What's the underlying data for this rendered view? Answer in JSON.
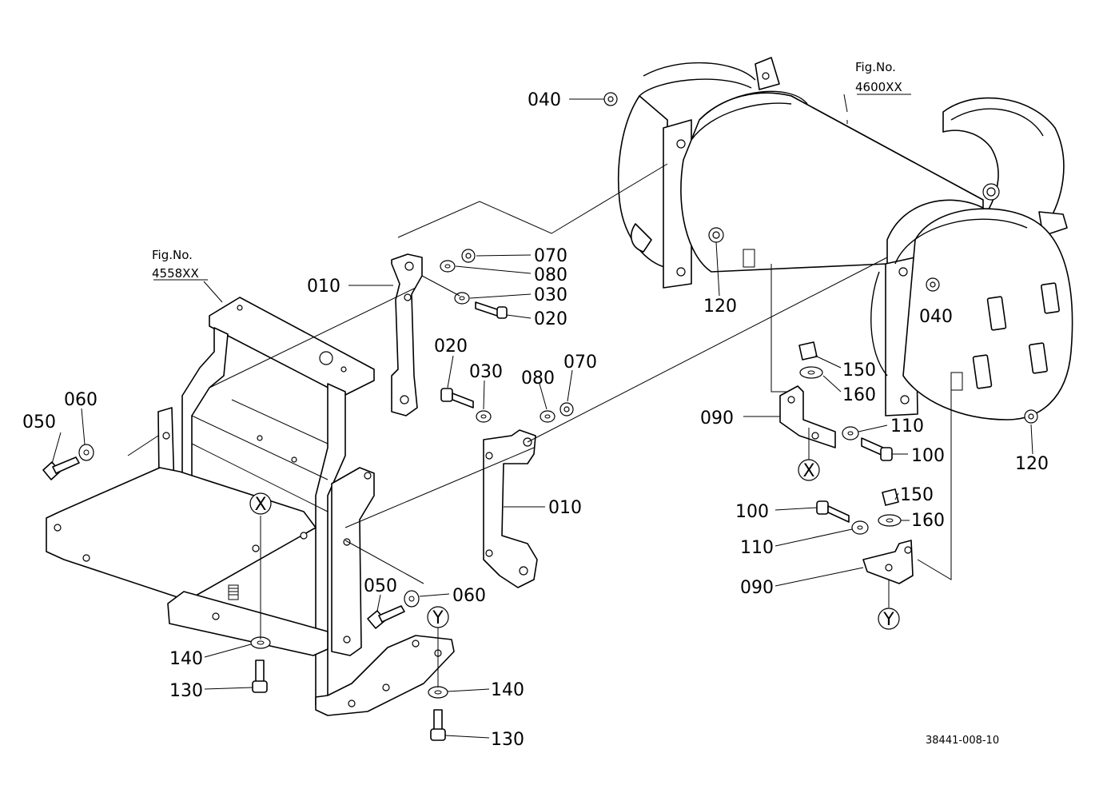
{
  "figure_refs": [
    {
      "label": "Fig.No.",
      "number": "4600XX"
    },
    {
      "label": "Fig.No.",
      "number": "4558XX"
    }
  ],
  "callouts": {
    "c040a": "040",
    "c040b": "040",
    "c070a": "070",
    "c080a": "080",
    "c030a": "030",
    "c020a": "020",
    "c010a": "010",
    "c120a": "120",
    "c020b": "020",
    "c030b": "030",
    "c080b": "080",
    "c070b": "070",
    "c010b": "010",
    "c150a": "150",
    "c160a": "160",
    "c090a": "090",
    "c110a": "110",
    "c100a": "100",
    "c120b": "120",
    "c150b": "150",
    "c100b": "100",
    "c160b": "160",
    "c110b": "110",
    "c090b": "090",
    "c050a": "050",
    "c060a": "060",
    "c050b": "050",
    "c060b": "060",
    "c140a": "140",
    "c130a": "130",
    "c140b": "140",
    "c130b": "130"
  },
  "markers": {
    "x_top": "X",
    "y_top": "Y",
    "x_bottom": "X",
    "y_bottom": "Y"
  },
  "drawing_code": "38441-008-10"
}
